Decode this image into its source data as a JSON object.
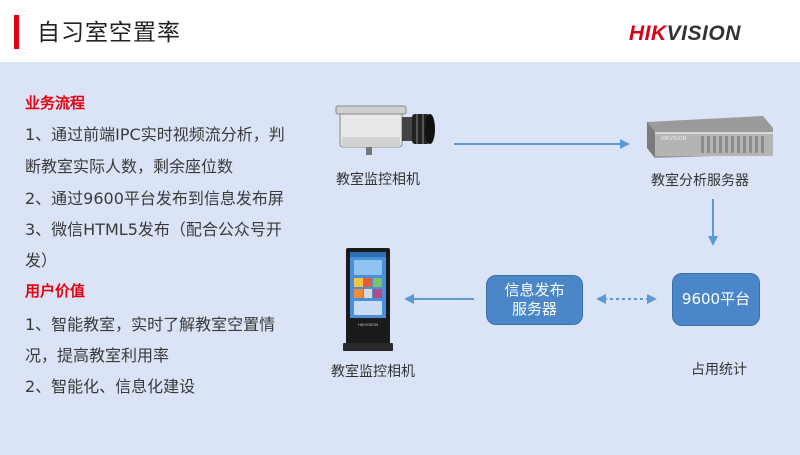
{
  "header": {
    "title": "自习室空置率",
    "logo_text": "HIKVISION",
    "logo_part1": "HIK",
    "logo_part2": "VISION",
    "accent_color": "#e60012"
  },
  "left_panel": {
    "business_heading": "业务流程",
    "business_lines": [
      "1、通过前端IPC实时视频流分析，判",
      "断教室实际人数，剩余座位数",
      "2、通过9600平台发布到信息发布屏",
      "3、微信HTML5发布（配合公众号开",
      "发）"
    ],
    "value_heading": "用户价值",
    "value_lines": [
      "1、智能教室，实时了解教室空置情",
      "况，提高教室利用率",
      "2、智能化、信息化建设"
    ]
  },
  "diagram": {
    "camera_label": "教室监控相机",
    "server_label": "教室分析服务器",
    "server_panel_text": "HIKVISION",
    "kiosk_label": "教室监控相机",
    "kiosk_brand": "HIKVISION",
    "info_server_box": "信息发布\n服务器",
    "platform_box": "9600平台",
    "stats_label": "占用统计",
    "box_color": "#4a86c8",
    "arrow_color": "#5b9bd5"
  }
}
